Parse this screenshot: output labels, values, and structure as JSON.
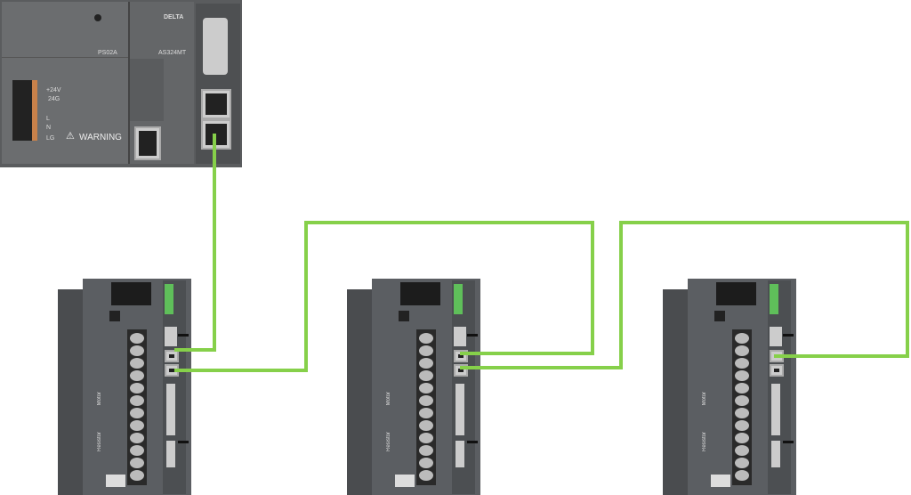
{
  "plc": {
    "power_module": "PS02A",
    "cpu_module": "AS324MT",
    "brand": "DELTA",
    "terminals": [
      "+24V",
      "24G",
      "L",
      "N",
      "LG"
    ],
    "warning": "WARNING"
  },
  "servo_drive": {
    "labels": [
      "Motor",
      "Resistor"
    ]
  },
  "colors": {
    "ethercat_cable": "#86d04a",
    "device_body": "#5b5e62"
  }
}
